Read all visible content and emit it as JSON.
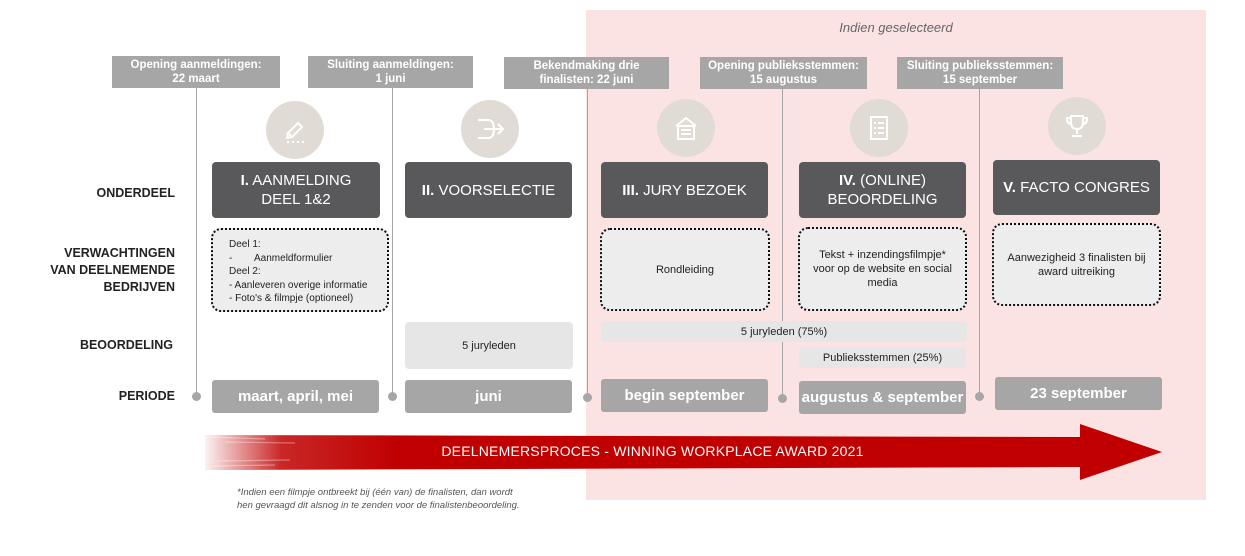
{
  "region_label": "Indien geselecteerd",
  "milestones": [
    {
      "line1": "Opening aanmeldingen:",
      "line2": "22 maart"
    },
    {
      "line1": "Sluiting aanmeldingen:",
      "line2": "1 juni"
    },
    {
      "line1": "Bekendmaking drie",
      "line2": "finalisten: 22 juni"
    },
    {
      "line1": "Opening publieksstemmen:",
      "line2": "15 augustus"
    },
    {
      "line1": "Sluiting  publieksstemmen:",
      "line2": "15 september"
    }
  ],
  "row_labels": {
    "onderdeel": "ONDERDEEL",
    "verwachtingen_1": "VERWACHTINGEN",
    "verwachtingen_2": "VAN DEELNEMENDE",
    "verwachtingen_3": "BEDRIJVEN",
    "beoordeling": "BEOORDELING",
    "periode": "PERIODE"
  },
  "phases": [
    {
      "num": "I.",
      "line1": "AANMELDING",
      "line2": "DEEL 1&2",
      "icon": "pencil-icon"
    },
    {
      "num": "II.",
      "line1": "VOORSELECTIE",
      "line2": "",
      "icon": "arrow-icon"
    },
    {
      "num": "III.",
      "line1": "JURY BEZOEK",
      "line2": "",
      "icon": "building-icon"
    },
    {
      "num": "IV.",
      "line1": "(ONLINE)",
      "line2": "BEOORDELING",
      "icon": "checklist-icon"
    },
    {
      "num": "V.",
      "line1": "FACTO CONGRES",
      "line2": "",
      "icon": "trophy-icon"
    }
  ],
  "expectations": {
    "aanmelding": [
      "Deel 1:",
      "-        Aanmeldformulier",
      "Deel 2:",
      "- Aanleveren overige informatie",
      "- Foto's & filmpje (optioneel)"
    ],
    "jury": "Rondleiding",
    "online": "Tekst + inzendingsfilmpje* voor op de website en social media",
    "congres": "Aanwezigheid 3 finalisten bij award uitreiking"
  },
  "assessment": {
    "voorselectie": "5 juryleden",
    "jury": "5 juryleden (75%)",
    "public": "Publieksstemmen (25%)"
  },
  "periods": [
    "maart, april, mei",
    "juni",
    "begin september",
    "augustus & september",
    "23 september"
  ],
  "arrow_label": "DEELNEMERSPROCES - WINNING WORKPLACE AWARD 2021",
  "footnote": {
    "line1": "*Indien een filmpje ontbreekt bij (één van) de finalisten, dan wordt",
    "line2": "hen gevraagd dit alsnog in te zenden voor de finalistenbeoordeling."
  },
  "colors": {
    "pink_region": "#fbe3e4",
    "phase_box": "#59595c",
    "milestone": "#a6a6a6",
    "arrow": "#c00000"
  }
}
